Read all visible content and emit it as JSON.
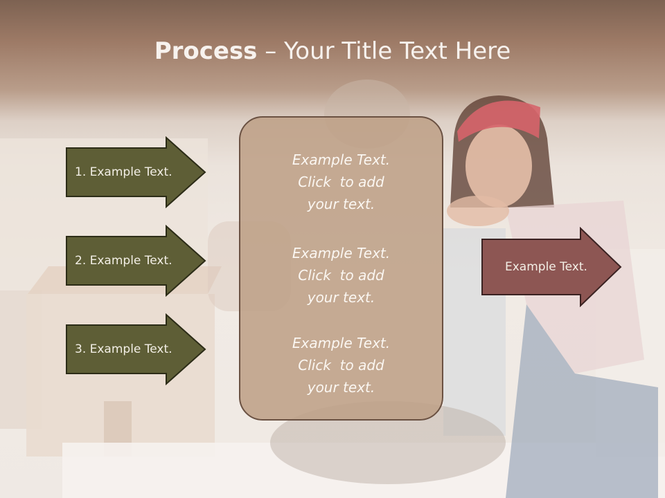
{
  "title": {
    "bold": "Process",
    "rest": " – Your Title Text Here"
  },
  "left_steps": [
    {
      "label": "1. Example Text."
    },
    {
      "label": "2. Example Text."
    },
    {
      "label": "3. Example Text."
    }
  ],
  "center_box": {
    "paragraphs": [
      {
        "line1": "Example Text.",
        "line2": "Click  to add",
        "line3": "your text."
      },
      {
        "line1": "Example Text.",
        "line2": "Click  to add",
        "line3": "your text."
      },
      {
        "line1": "Example Text.",
        "line2": "Click  to add",
        "line3": "your text."
      }
    ]
  },
  "right_arrow": {
    "label": "Example Text."
  },
  "colors": {
    "step_fill": "#5e5e36",
    "right_fill": "#8d5653",
    "box_fill": "#bea088"
  }
}
